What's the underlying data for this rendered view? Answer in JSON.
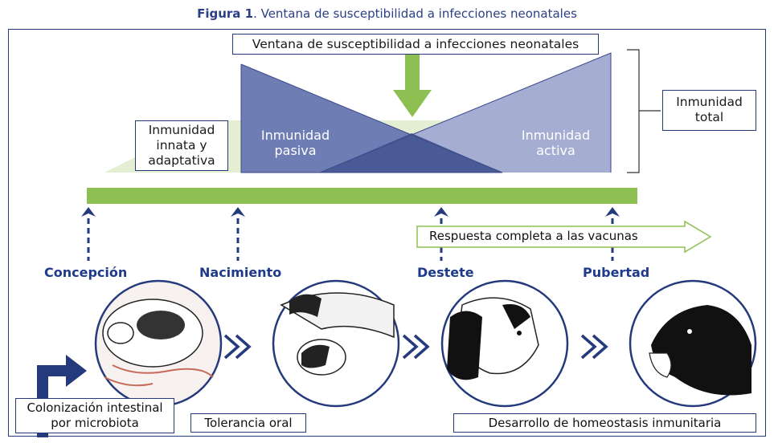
{
  "figure": {
    "title_prefix": "Figura 1",
    "title_text": ". Ventana de susceptibilidad a infecciones neonatales"
  },
  "labels": {
    "window": "Ventana de susceptibilidad a infecciones neonatales",
    "total_immunity_line1": "Inmunidad",
    "total_immunity_line2": "total",
    "innate_line1": "Inmunidad",
    "innate_line2": "innata y",
    "innate_line3": "adaptativa",
    "passive_line1": "Inmunidad",
    "passive_line2": "pasiva",
    "active_line1": "Inmunidad",
    "active_line2": "activa",
    "vaccines": "Respuesta completa a las vacunas"
  },
  "stages": [
    "Concepción",
    "Nacimiento",
    "Destete",
    "Pubertad"
  ],
  "captions": {
    "colonization_line1": "Colonización intestinal",
    "colonization_line2": "por microbiota",
    "oral_tolerance": "Tolerancia oral",
    "homeostasis": "Desarrollo de homeostasis inmunitaria"
  },
  "colors": {
    "navy": "#243a7c",
    "green": "#8dbf52",
    "light_green": "#e3eed3",
    "passive_blue": "#6f7db5",
    "active_blue": "#a5add2",
    "overlap_blue": "#4a5a96"
  },
  "icons": [
    "calf-fetus-illustration",
    "calf-nursing-illustration",
    "weaned-calf-illustration",
    "heifer-illustration",
    "double-chevron-icon"
  ]
}
